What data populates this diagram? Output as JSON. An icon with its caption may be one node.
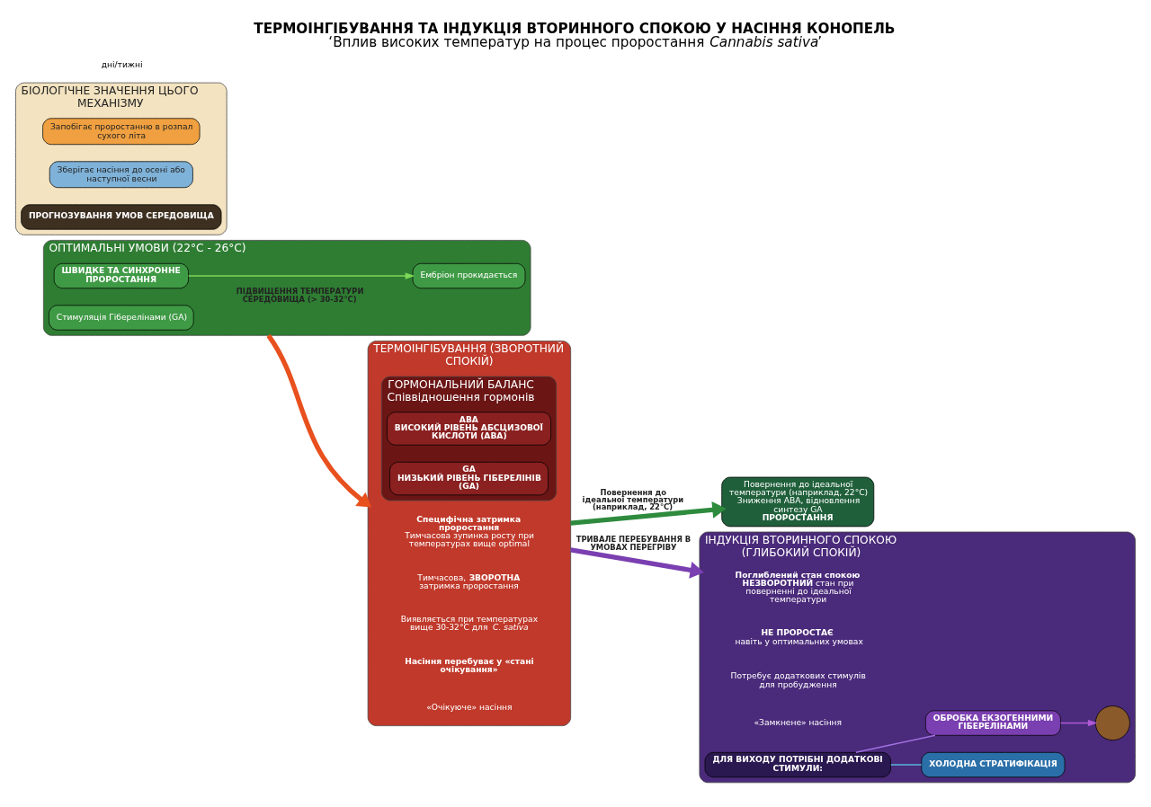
{
  "diagram": {
    "title": "ТЕРМОІНГІБУВАННЯ ТА ІНДУКЦІЯ ВТОРИННОГО СПОКОЮ У НАСІННЯ КОНОПЕЛЬ",
    "caption": "‘Вплив високих температур на процес проростання *Cannabis sativa*’",
    "nodes": [
      {
        "text": [
          "ОПТИМАЛЬНІ УМОВИ (22°C - 26°C)"
        ]
      },
      {
        "text": [
          "ШВИДКЕ ТА СИНХРОННЕ ПРОРОСТАННЯ"
        ],
        "in": 0
      },
      {
        "text": [
          "Ембріон прокидається"
        ],
        "in": 0
      },
      {
        "text": [
          "Стимуляція Гіберелінами (GA)"
        ],
        "in": 0
      },
      {
        "text": [
          "ТЕРМОІНГІБУВАННЯ (ЗВОРОТНИЙ СПОКІЙ)"
        ]
      },
      {
        "text": [
          "Специфічна затримка проростання",
          "Тимчасова зупинка росту при температурах вище optimal"
        ],
        "in": 4
      },
      {
        "text": [
          "Тимчасова, **ЗВОРОТНА** затримка проростання"
        ],
        "in": 4
      },
      {
        "text": [
          "Виявляється при температурах вище 30-32°C для *C. sativa*"
        ],
        "in": 4
      },
      {
        "text": [
          "Насіння перебуває у «стані очікування»"
        ],
        "in": 4
      },
      {
        "text": [
          "«Очікуюче» насіння"
        ],
        "in": 4
      },
      {
        "text": [
          "ГОРМОНАЛЬНИЙ БАЛАНС",
          "Співвідношення гормонів"
        ],
        "in": 4
      },
      {
        "text": [
          "ABA",
          "ВИСОКИЙ РІВЕНЬ АБСЦИЗОВОЇ КИСЛОТИ (ABA)"
        ],
        "in": 10
      },
      {
        "text": [
          "GA",
          "НИЗЬКИЙ РІВЕНЬ ГІБЕРЕЛІНІВ (GA)"
        ],
        "in": 10
      },
      {
        "text": [
          "Повернення до ідеальної температури (наприклад, 22°C)",
          "Зниження ABA, відновлення синтезу GA",
          "ПРОРОСТАННЯ"
        ]
      },
      {
        "text": [
          "ІНДУКЦІЯ ВТОРИННОГО СПОКОЮ (ГЛИБОКИЙ СПОКІЙ)"
        ]
      },
      {
        "text": [
          "Поглиблений стан спокою",
          "**НЕЗВОРОТНИЙ** стан при поверненні до ідеальної температури"
        ],
        "in": 14
      },
      {
        "text": [
          "НЕ ПРОРОСТАЄ",
          "навіть у оптимальних умовах"
        ],
        "in": 14
      },
      {
        "text": [
          "Потребує додаткових стимулів для пробудження"
        ],
        "in": 14
      },
      {
        "text": [
          "«Замкнене» насіння"
        ],
        "in": 14
      },
      {
        "text": [
          "ДЛЯ ВИХОДУ ПОТРІБНІ ДОДАТКОВІ СТИМУЛИ:"
        ],
        "in": 14
      },
      {
        "text": [
          "ХОЛОДНА СТРАТИФІКАЦІЯ"
        ],
        "in": 14
      },
      {
        "text": [
          "ОБРОБКА ЕКЗОГЕННИМИ ГІБЕРЕЛІНАМИ"
        ],
        "in": 14
      },
      {
        "text": [],
        "shape": "circle",
        "in": 14
      },
      {
        "text": [
          "БІОЛОГІЧНЕ ЗНАЧЕННЯ ЦЬОГО МЕХАНІЗМУ"
        ]
      },
      {
        "text": [
          "Запобігає проростанню в розпал сухого літа"
        ],
        "in": 23
      },
      {
        "text": [
          "Зберігає насіння до осені або наступної весни"
        ],
        "in": 23
      },
      {
        "text": [
          "ПРОГНОЗУВАННЯ УМОВ СЕРЕДОВИЩА"
        ],
        "in": 23
      }
    ],
    "edges": [
      {
        "from": 1,
        "to": 2,
        "arrow": "to",
        "color": "#7ed957"
      },
      {
        "from": 0,
        "to": 4,
        "arrow": "to",
        "label": "ПІДВИЩЕННЯ ТЕМПЕРАТУРИ СЕРЕДОВИЩА (> 30-32°C)",
        "style": "thick",
        "color": "#e8501e"
      },
      {
        "from": 4,
        "to": 13,
        "arrow": "to",
        "label": "Повернення до ідеальної температури (наприклад, 22°C)",
        "style": "thick",
        "color": "#2e8b3e"
      },
      {
        "from": 4,
        "to": 14,
        "arrow": "to",
        "label": "ТРИВАЛЕ ПЕРЕБУВАННЯ В УМОВАХ ПЕРЕГРІВУ",
        "style": "thick",
        "color": "#7a3fb0"
      },
      {
        "from": 19,
        "to": 20,
        "arrow": "none",
        "color": "#5ab4d8"
      },
      {
        "from": 19,
        "to": 21,
        "arrow": "none",
        "color": "#a070e0"
      },
      {
        "from": 21,
        "to": 22,
        "arrow": "to",
        "color": "#b05ad8"
      }
    ],
    "labels": [
      "дні/тижні"
    ]
  }
}
